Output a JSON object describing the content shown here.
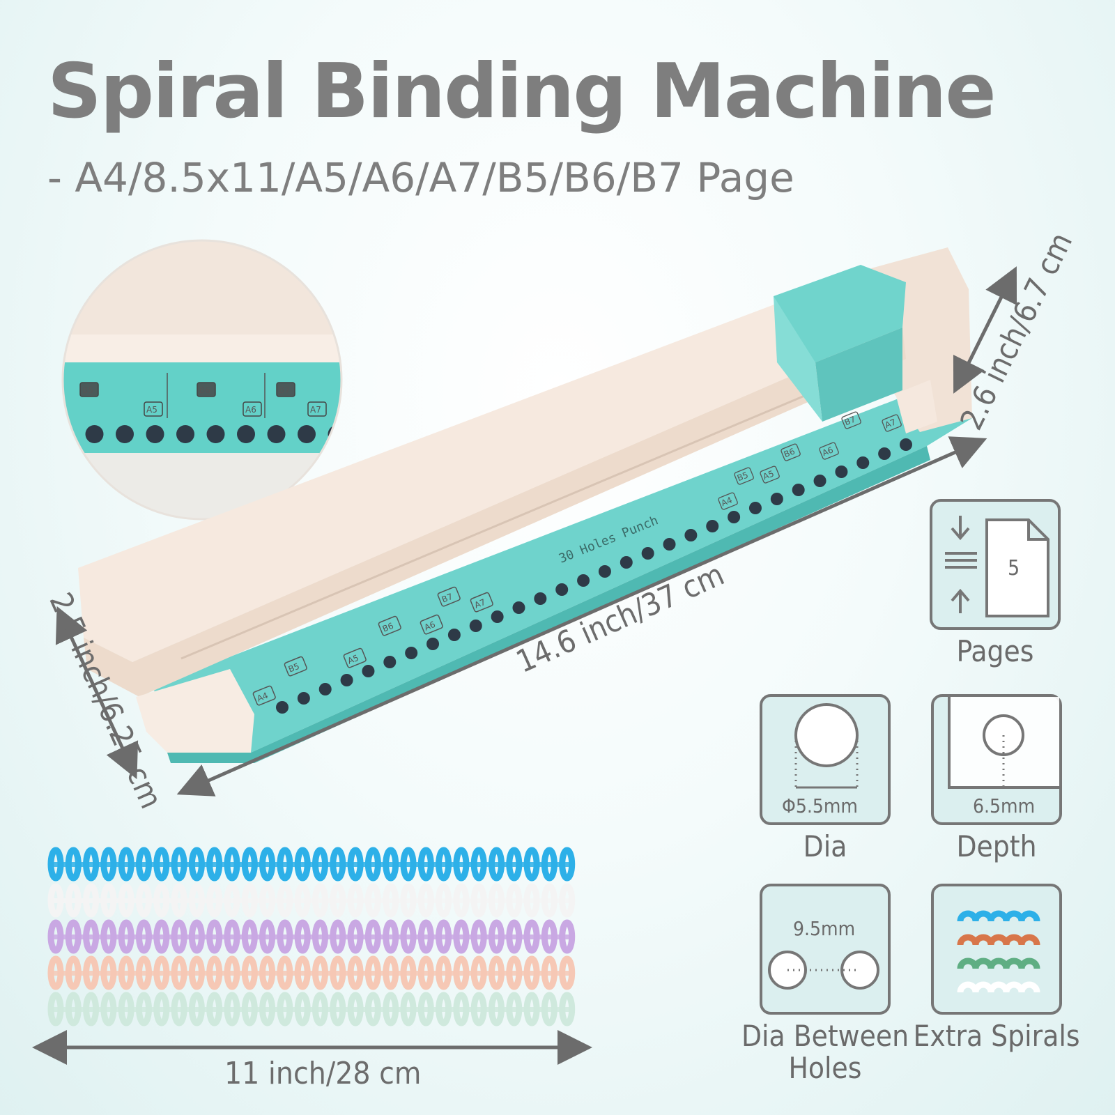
{
  "header": {
    "title": "Spiral Binding Machine",
    "subtitle": "- A4/8.5x11/A5/A6/A7/B5/B6/B7 Page"
  },
  "product": {
    "punch_label": "30 Holes Punch",
    "size_markers": [
      "A4",
      "B5",
      "A5",
      "B6",
      "A6",
      "B7",
      "A7"
    ],
    "zoom_markers": [
      "B5",
      "A5",
      "B6",
      "A6",
      "B7",
      "A7"
    ]
  },
  "dimensions": {
    "length": "14.6 inch/37 cm",
    "height": "2.6 inch/6.7 cm",
    "depth": "2.5 inch/6.25 cm",
    "spiral_length": "11 inch/28 cm"
  },
  "specs": {
    "pages": {
      "value": "5",
      "label": "Pages"
    },
    "dia": {
      "value": "Φ5.5mm",
      "label": "Dia"
    },
    "depth": {
      "value": "6.5mm",
      "label": "Depth"
    },
    "between": {
      "value": "9.5mm",
      "label": "Dia Between Holes"
    },
    "extra": {
      "label": "Extra Spirals"
    }
  },
  "colors": {
    "title_gray": "#7e7e7e",
    "teal": "#6fd3cc",
    "body_cream": "#f6e9df",
    "spiral_blue": "#2db0e8",
    "spiral_white": "#f4f4f4",
    "spiral_purple": "#c9a8e3",
    "spiral_peach": "#f6c8b5",
    "spiral_mint": "#cfe9dd",
    "wave_orange": "#d8764a",
    "wave_green": "#5fae83"
  }
}
